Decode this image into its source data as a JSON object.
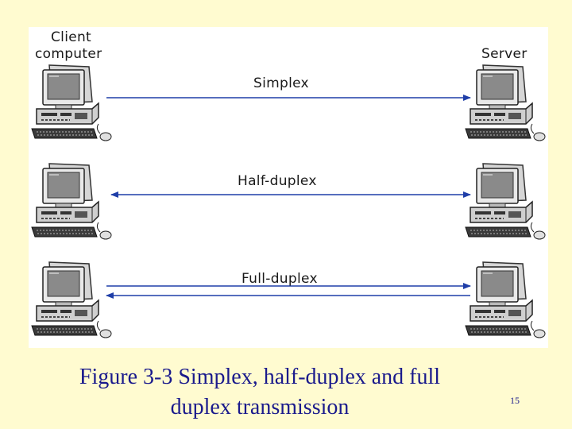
{
  "figure": {
    "client_label_line1": "Client",
    "client_label_line2": "computer",
    "server_label": "Server",
    "links": [
      {
        "label": "Simplex",
        "direction": "one-way"
      },
      {
        "label": "Half-duplex",
        "direction": "two-way"
      },
      {
        "label": "Full-duplex",
        "direction": "two-way, two lines"
      }
    ],
    "icons": {
      "computer": "desktop-computer-icon"
    },
    "colors": {
      "line": "#1f3ea8",
      "background": "#fffbd0",
      "caption": "#1a1a8c"
    }
  },
  "caption": {
    "line1": "Figure 3-3 Simplex, half-duplex and full",
    "line2": "duplex transmission"
  },
  "page_number": "15"
}
